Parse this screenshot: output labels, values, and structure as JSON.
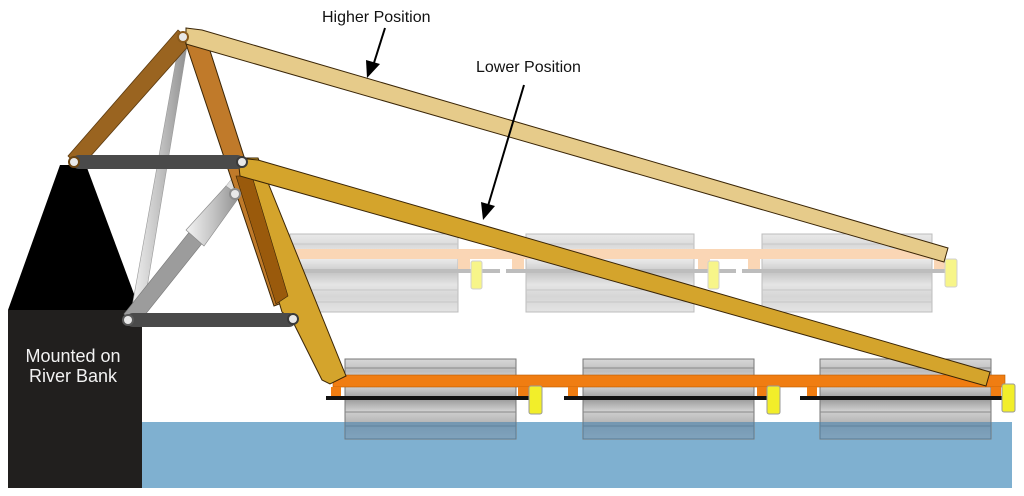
{
  "diagram": {
    "title": "Floating pontoon ramp linkage mounted on river bank",
    "labels": {
      "higher_position": "Higher Position",
      "lower_position": "Lower Position",
      "bank_line1": "Mounted on",
      "bank_line2": "River Bank"
    },
    "colors": {
      "bank": "#211f1e",
      "water": "#7fb0d0",
      "arm_dark_brown": "#9a6420",
      "arm_orange_brown": "#c07a2a",
      "ramp_high": "#e6cb8a",
      "ramp_low": "#d4a42c",
      "link_bar": "#4a4a4a",
      "cylinder": "#b8b8b8",
      "deck_high": "#f6c89a",
      "deck_low": "#f07d12",
      "pontoon": "#c9c9c9",
      "roller": "#f2ee2a"
    },
    "pontoon_count_per_position": 3
  }
}
